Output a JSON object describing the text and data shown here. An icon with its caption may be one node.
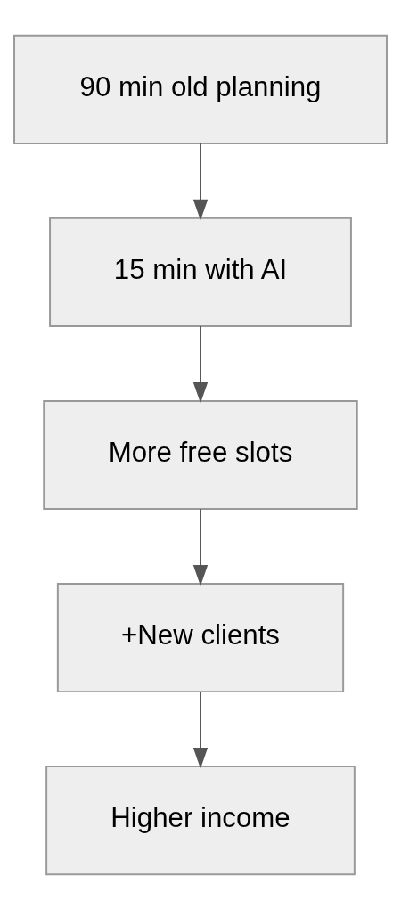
{
  "diagram": {
    "nodes": [
      {
        "text": [
          "90 min old planning"
        ]
      },
      {
        "text": [
          "15 min with AI"
        ]
      },
      {
        "text": [
          "More free slots"
        ]
      },
      {
        "text": [
          "+New clients"
        ]
      },
      {
        "text": [
          "Higher income"
        ]
      }
    ],
    "edges": [
      {
        "from": 0,
        "to": 1,
        "arrow": "to"
      },
      {
        "from": 1,
        "to": 2,
        "arrow": "to"
      },
      {
        "from": 2,
        "to": 3,
        "arrow": "to"
      },
      {
        "from": 3,
        "to": 4,
        "arrow": "to"
      }
    ]
  }
}
